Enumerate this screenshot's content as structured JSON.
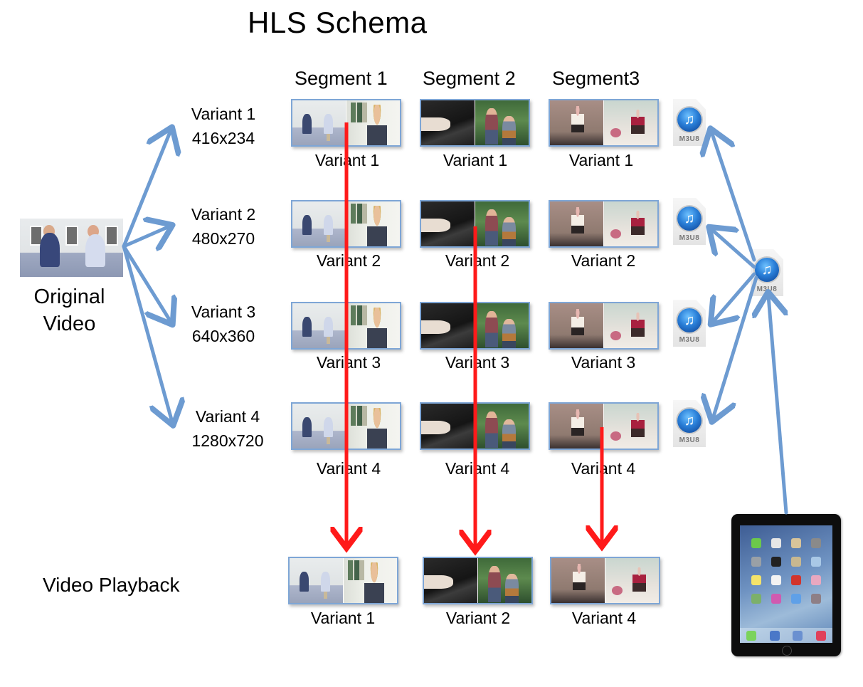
{
  "title": "HLS Schema",
  "source": {
    "label_line1": "Original",
    "label_line2": "Video",
    "thumbnail": "interview-scene"
  },
  "variants": [
    {
      "name": "Variant 1",
      "resolution": "416x234"
    },
    {
      "name": "Variant 2",
      "resolution": "480x270"
    },
    {
      "name": "Variant 3",
      "resolution": "640x360"
    },
    {
      "name": "Variant 4",
      "resolution": "1280x720"
    }
  ],
  "segments": [
    {
      "label": "Segment 1",
      "content": "interview-and-boy"
    },
    {
      "label": "Segment 2",
      "content": "piano-and-bluegrass-band"
    },
    {
      "label": "Segment3",
      "content": "ballet-performance"
    }
  ],
  "grid_captions": [
    [
      "Variant 1",
      "Variant 1",
      "Variant 1"
    ],
    [
      "Variant 2",
      "Variant 2",
      "Variant 2"
    ],
    [
      "Variant 3",
      "Variant 3",
      "Variant 3"
    ],
    [
      "Variant 4",
      "Variant 4",
      "Variant 4"
    ]
  ],
  "playlists": {
    "variant_playlist_label": "M3U8",
    "master_playlist_label": "M3U8",
    "icon": "music-note-icon"
  },
  "playback": {
    "label": "Video Playback",
    "selected": [
      {
        "segment": "Segment 1",
        "variant": "Variant 1"
      },
      {
        "segment": "Segment 2",
        "variant": "Variant 2"
      },
      {
        "segment": "Segment3",
        "variant": "Variant 4"
      }
    ]
  },
  "client_device": "tablet",
  "colors": {
    "flow_arrow": "#6d9bd1",
    "selection_arrow": "#ff1a1a",
    "thumb_border": "#7ea6d6"
  }
}
